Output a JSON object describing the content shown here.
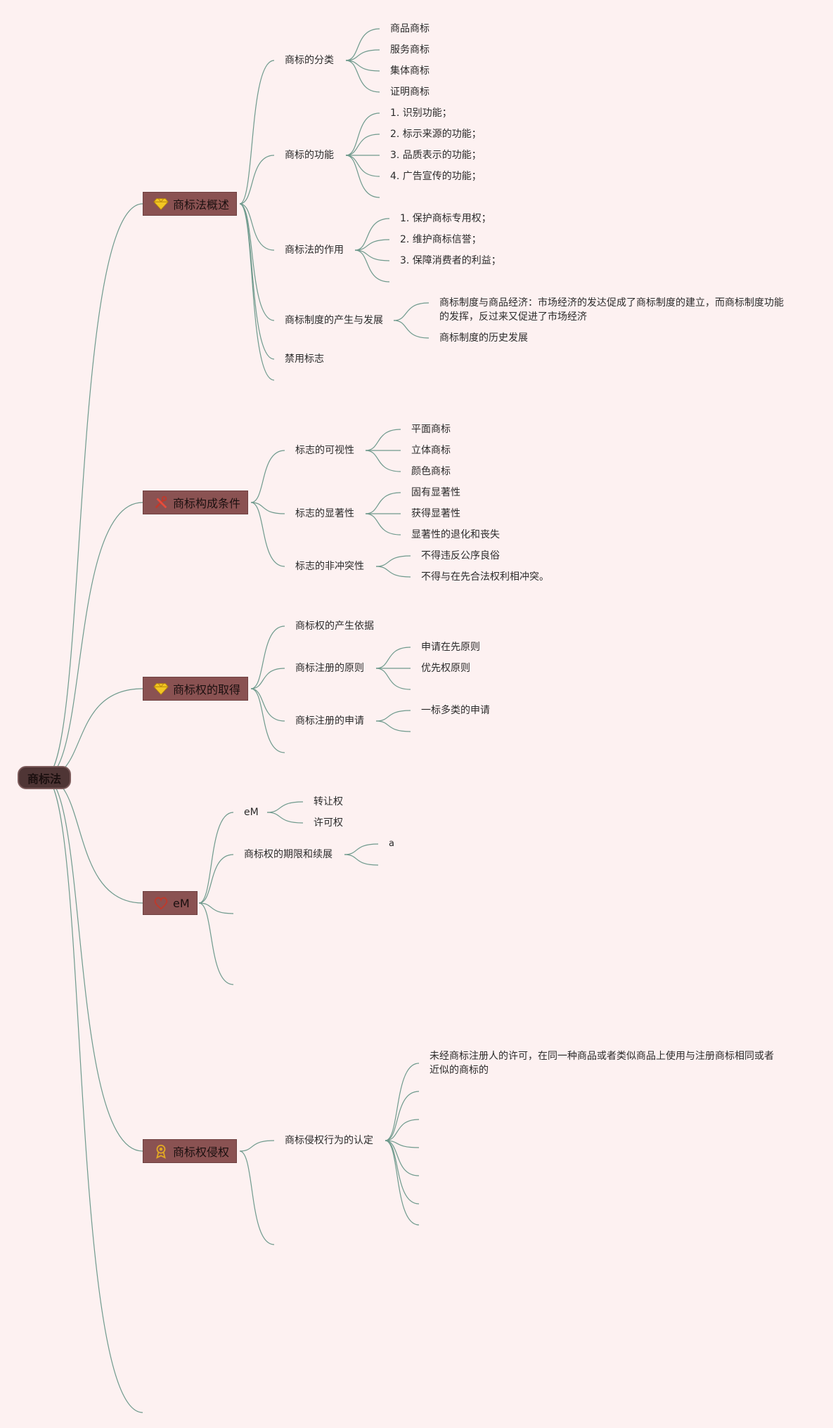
{
  "root": {
    "label": "商标法"
  },
  "topics": [
    {
      "label": "商标法概述",
      "icon": "diamond-icon",
      "subs": [
        {
          "label": "商标的分类",
          "children": [
            "商品商标",
            "服务商标",
            "集体商标",
            "证明商标"
          ]
        },
        {
          "label": "商标的功能",
          "children": [
            "1. 识别功能；",
            "2. 标示来源的功能；",
            "3. 品质表示的功能；",
            "4. 广告宣传的功能；"
          ]
        },
        {
          "label": "商标法的作用",
          "children": [
            "1. 保护商标专用权；",
            "2. 维护商标信誉；",
            "3. 保障消费者的利益；"
          ]
        },
        {
          "label": "商标制度的产生与发展",
          "children": [
            "商标制度与商品经济：市场经济的发达促成了商标制度的建立，而商标制度功能的发挥，反过来又促进了市场经济",
            "商标制度的历史发展"
          ]
        },
        {
          "label": "禁用标志",
          "children": []
        }
      ]
    },
    {
      "label": "商标构成条件",
      "icon": "tools-icon",
      "subs": [
        {
          "label": "标志的可视性",
          "children": [
            "平面商标",
            "立体商标",
            "颜色商标"
          ]
        },
        {
          "label": "标志的显著性",
          "children": [
            "固有显著性",
            "获得显著性",
            "显著性的退化和丧失"
          ]
        },
        {
          "label": "标志的非冲突性",
          "children": [
            "不得违反公序良俗",
            "不得与在先合法权利相冲突。"
          ]
        }
      ]
    },
    {
      "label": "商标权的取得",
      "icon": "diamond-icon",
      "subs": [
        {
          "label": "商标权的产生依据",
          "children": []
        },
        {
          "label": "商标注册的原则",
          "children": [
            "申请在先原则",
            "优先权原则"
          ]
        },
        {
          "label": "商标注册的申请",
          "children": [
            "一标多类的申请"
          ]
        }
      ]
    },
    {
      "label": "eM",
      "icon": "heart-icon",
      "subs": [
        {
          "label": "eM",
          "children": [
            "转让权",
            "许可权"
          ]
        },
        {
          "label": "商标权的期限和续展",
          "children": [
            "a"
          ]
        }
      ]
    },
    {
      "label": "商标权侵权",
      "icon": "medal-icon",
      "subs": [
        {
          "label": "商标侵权行为的认定",
          "children": [
            "未经商标注册人的许可，在同一种商品或者类似商品上使用与注册商标相同或者近似的商标的"
          ]
        }
      ]
    }
  ],
  "colors": {
    "line": "#6f9a8d",
    "background": "#fdf1f1",
    "topic_fill": "#8a5252",
    "root_fill": "#4f3535"
  }
}
